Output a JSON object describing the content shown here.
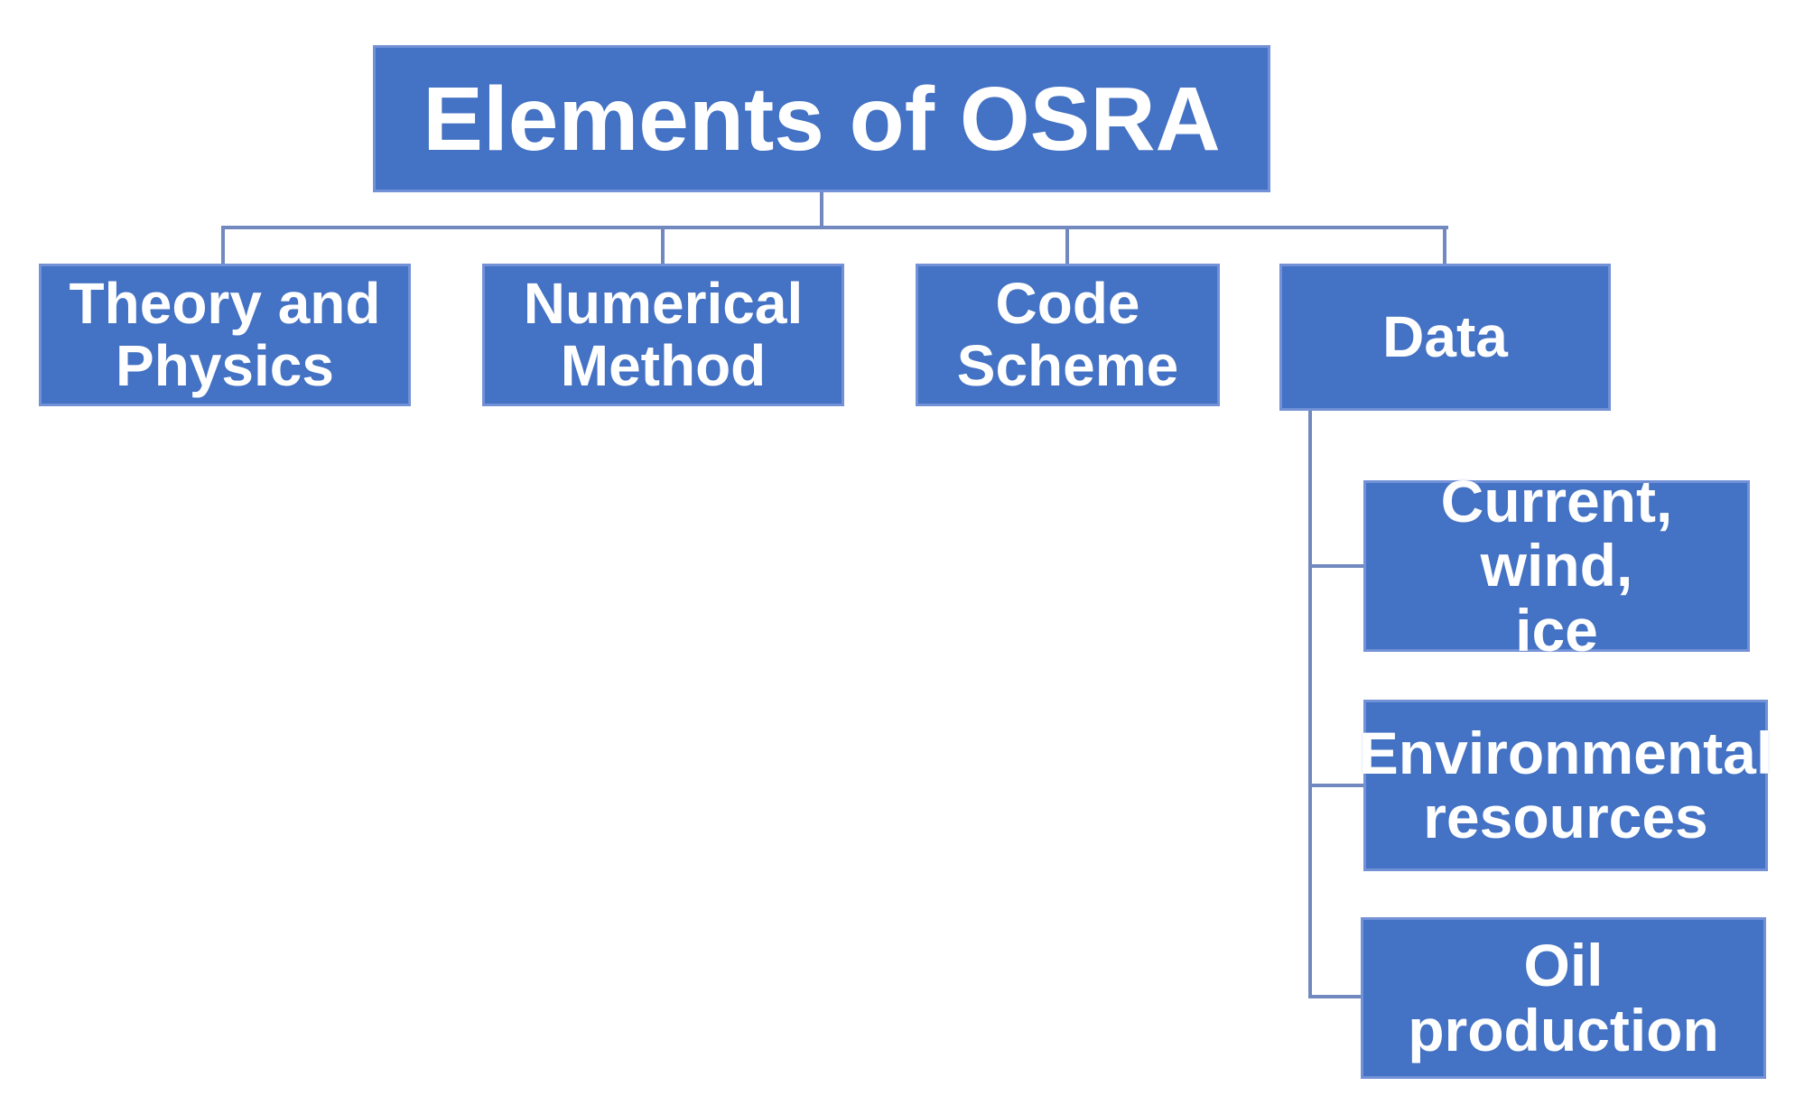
{
  "diagram": {
    "root": {
      "label": "Elements of OSRA"
    },
    "level1": [
      {
        "id": "theory-and-physics",
        "label": "Theory and\nPhysics"
      },
      {
        "id": "numerical-method",
        "label": "Numerical\nMethod"
      },
      {
        "id": "code-scheme",
        "label": "Code\nScheme"
      },
      {
        "id": "data",
        "label": "Data"
      }
    ],
    "data_children": [
      {
        "id": "current-wind-ice",
        "label": "Current, wind,\nice"
      },
      {
        "id": "environmental-resources",
        "label": "Environmental\nresources"
      },
      {
        "id": "oil-production",
        "label": "Oil production"
      }
    ],
    "colors": {
      "box_fill": "#4472C4",
      "box_border": "#7291D6",
      "connector": "#7189BE",
      "text": "#FFFFFF",
      "background": "#FFFFFF"
    }
  }
}
